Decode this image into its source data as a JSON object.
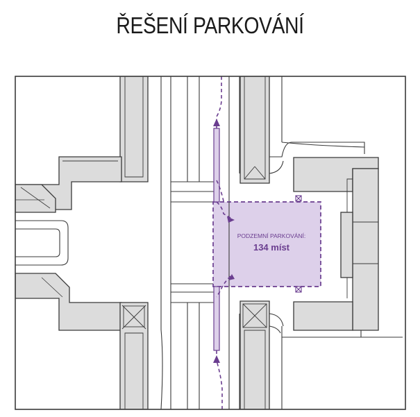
{
  "title": "ŘEŠENÍ PARKOVÁNÍ",
  "parking": {
    "label": "PODZEMNÍ PARKOVÁNÍ:",
    "capacity": "134 míst"
  },
  "colors": {
    "accent": "#6a3d8f",
    "parking_fill": "#ddd0ea",
    "building_fill": "#dcdcdc",
    "outline": "#3a3a3a",
    "background": "#ffffff"
  }
}
